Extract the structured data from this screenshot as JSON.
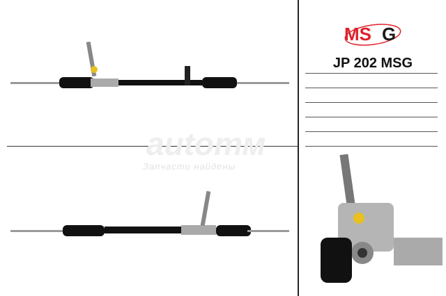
{
  "brand": {
    "logo_text": "MSG",
    "color_red": "#e0202a",
    "color_dark": "#1a1a1a"
  },
  "part_number": "JP 202 MSG",
  "blank_lines": 6,
  "watermark": {
    "logo_text": "autoтм",
    "caption": "Запчасти найдены"
  },
  "images": [
    "steering-rack-top-view",
    "steering-rack-front-view",
    "steering-rack-detail-view"
  ]
}
